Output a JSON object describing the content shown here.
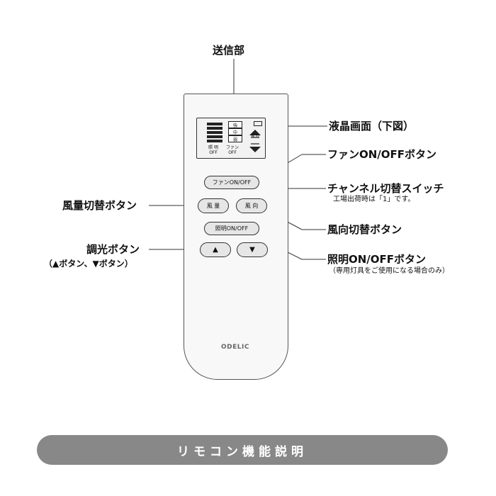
{
  "labels": {
    "transmitter": "送信部",
    "lcd": "液晶画面（下図）",
    "fan_onoff": "ファンON/OFFボタン",
    "channel": "チャンネル切替スイッチ",
    "channel_note": "工場出荷時は「1」です。",
    "fan_speed": "風量切替ボタン",
    "direction": "風向切替ボタン",
    "dimmer": "調光ボタン",
    "dimmer_note": "（▲ボタン、▼ボタン）",
    "light_onoff": "照明ON/OFFボタン",
    "light_note": "（専用灯具をご使用になる場合のみ）"
  },
  "remote": {
    "fan_onoff_btn": "ファンON/OFF",
    "fan_speed_btn": "風 量",
    "direction_btn": "風 向",
    "light_onoff_btn": "照明ON/OFF",
    "up_btn": "▲",
    "down_btn": "▼",
    "brand": "ODELIC"
  },
  "lcd": {
    "strong": "強",
    "medium": "中",
    "weak": "弱",
    "light_off": "照 明\nOFF",
    "fan_off": "ファン\nOFF",
    "direction": "風 向"
  },
  "banner": "リモコン機能説明"
}
